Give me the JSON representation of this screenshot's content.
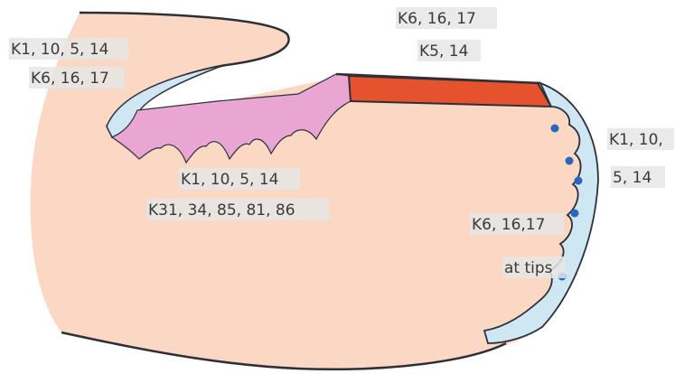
{
  "figure": {
    "colors": {
      "background": "#ffffff",
      "skin": "#fbd8c4",
      "outline": "#2f2f3a",
      "keratin_blue": "#cfe6f3",
      "nail_bed_pink": "#eaa6d2",
      "nail_plate_red": "#e4532d",
      "dots": "#2a66c0",
      "label_text": "#3a3a3a",
      "label_bg": "#e6e6e6"
    },
    "labels": {
      "proximal_fold_line1": "K1, 10, 5, 14",
      "proximal_fold_line2": "K6, 16, 17",
      "matrix_line1": "K1, 10, 5, 14",
      "matrix_line2": "K31, 34, 85, 81, 86",
      "nail_bed_line1": "K6, 16, 17",
      "nail_bed_line2": "K5, 14",
      "hyponychium_line1": "K1, 10,",
      "hyponychium_line2": "5, 14",
      "ridge_tips_line1": "K6, 16,17",
      "ridge_tips_line2": "at tips"
    }
  }
}
